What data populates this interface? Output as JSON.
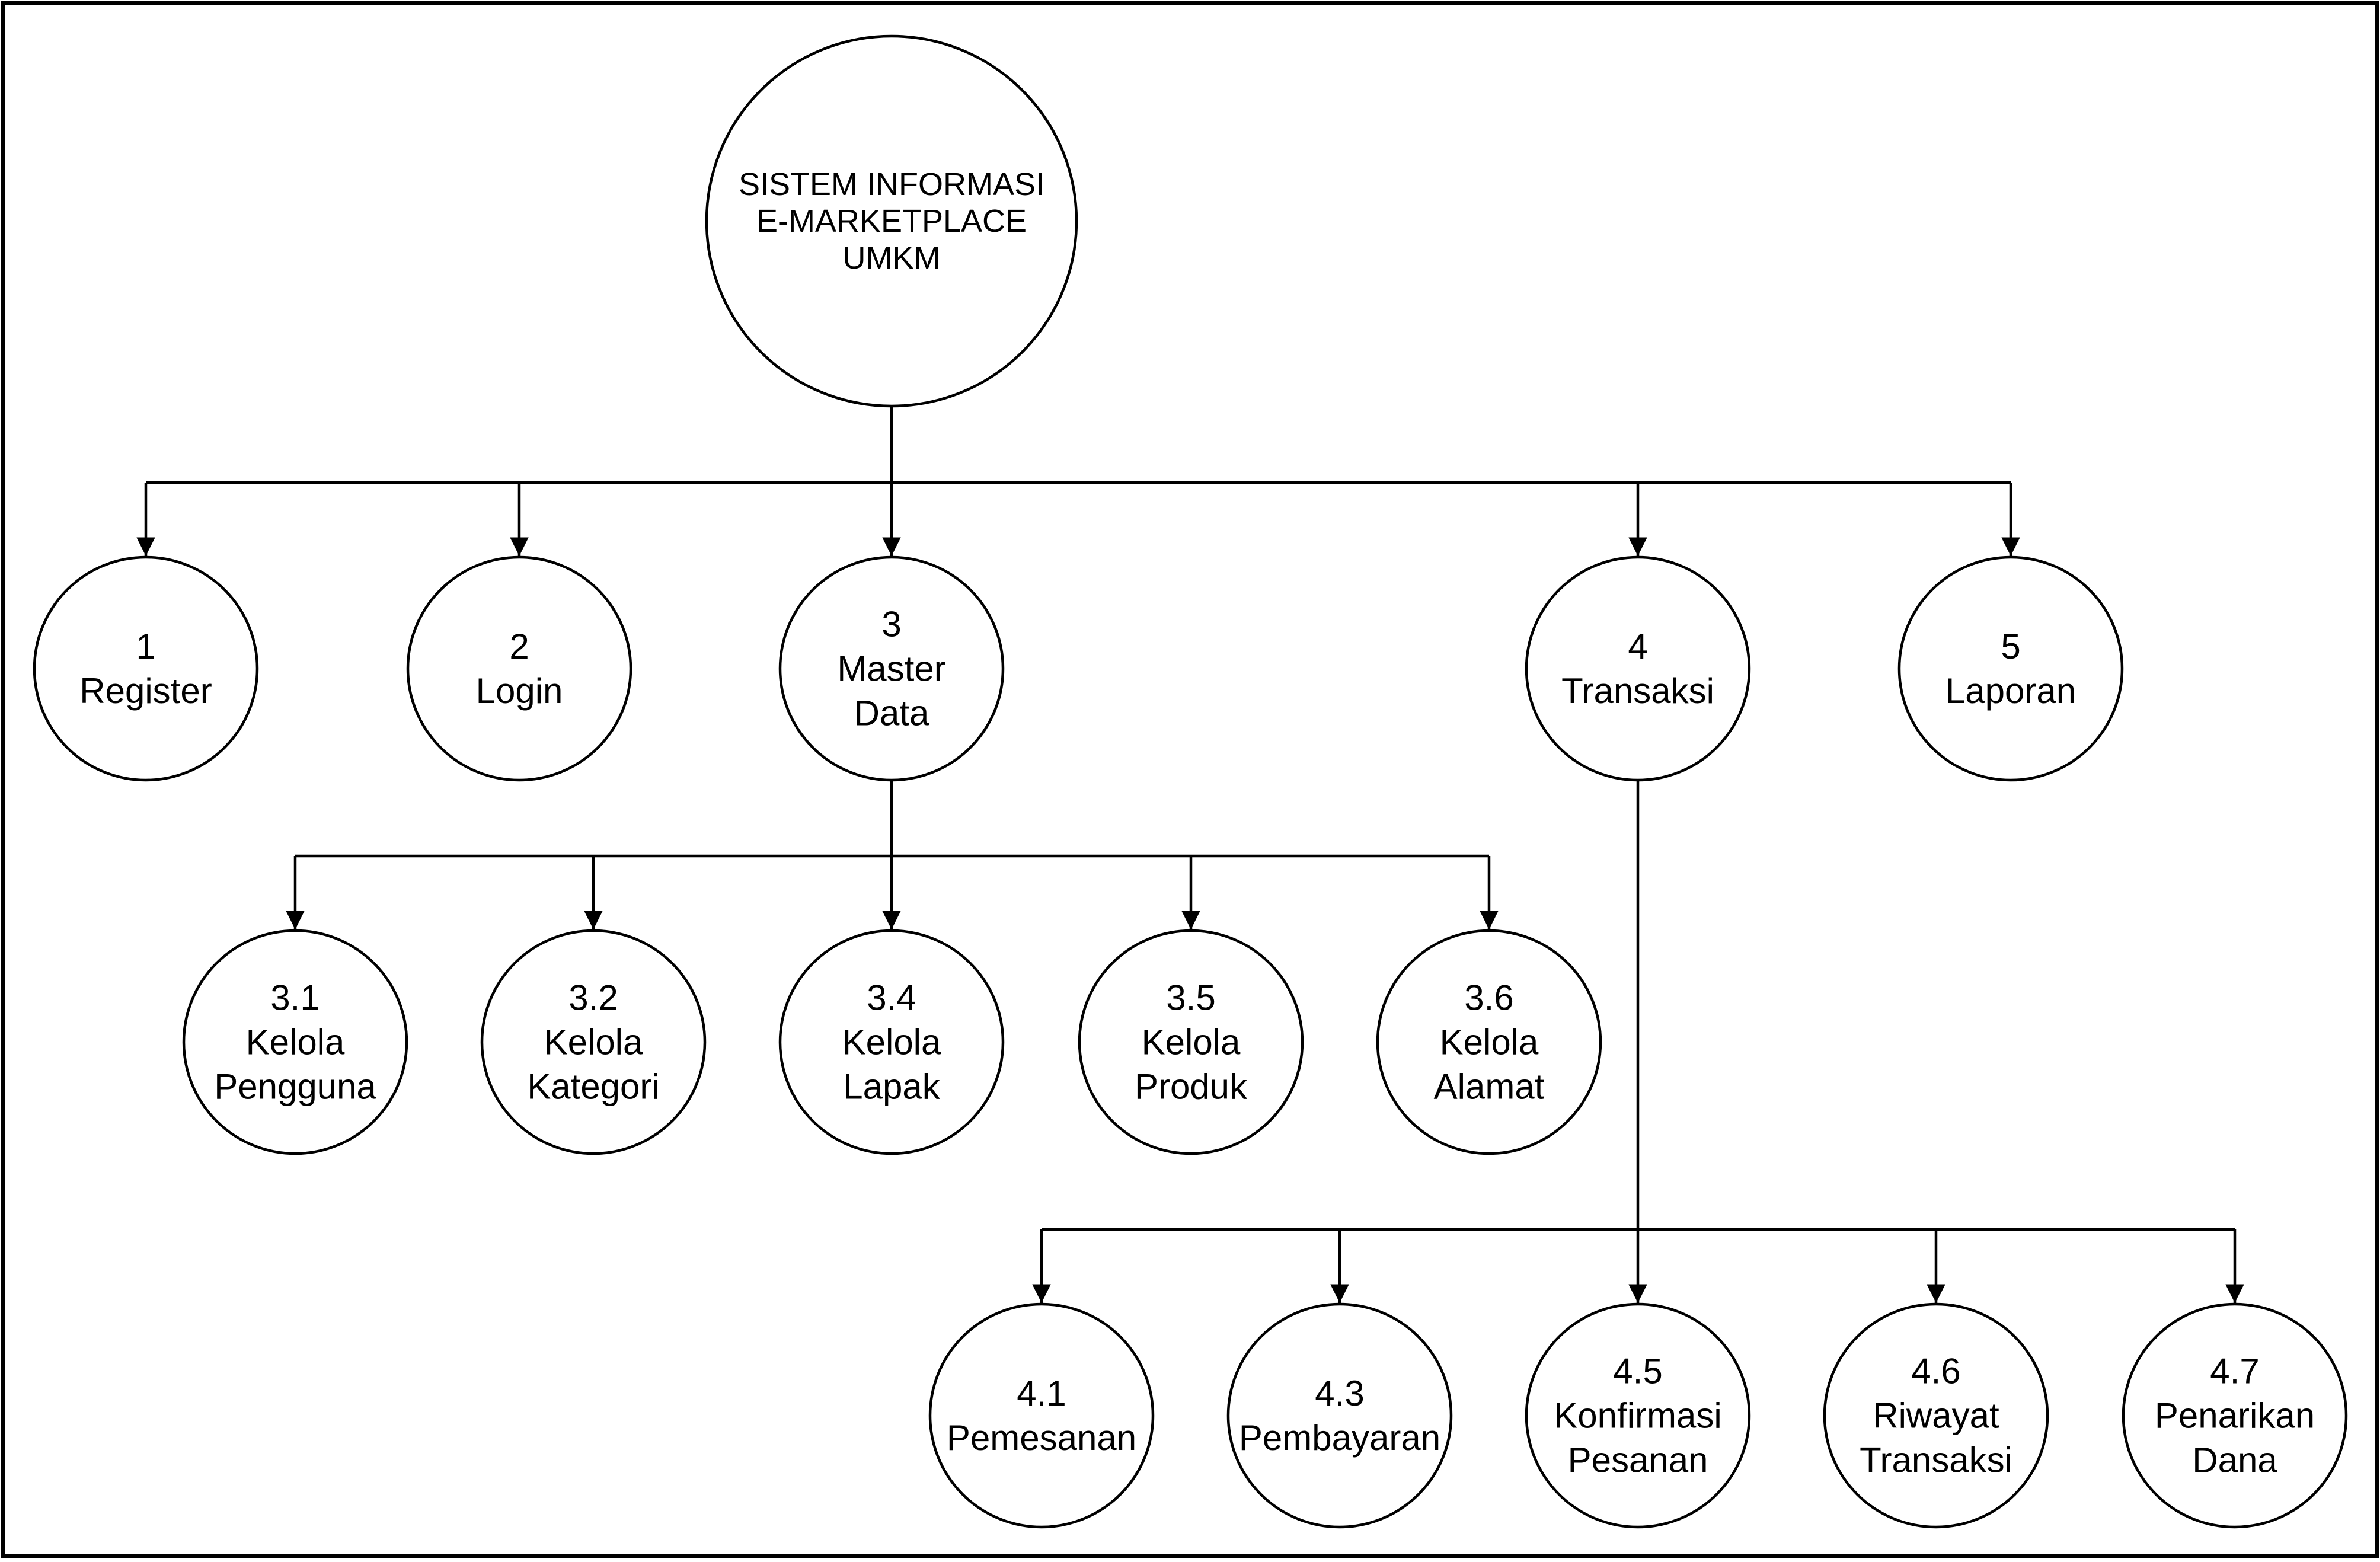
{
  "diagram": {
    "root": {
      "id": "root",
      "lines": [
        "SISTEM INFORMASI",
        "E-MARKETPLACE",
        "UMKM"
      ]
    },
    "nodes": [
      {
        "id": "n1",
        "lines": [
          "1",
          "Register"
        ]
      },
      {
        "id": "n2",
        "lines": [
          "2",
          "Login"
        ]
      },
      {
        "id": "n3",
        "lines": [
          "3",
          "Master",
          "Data"
        ]
      },
      {
        "id": "n4",
        "lines": [
          "4",
          "Transaksi"
        ]
      },
      {
        "id": "n5",
        "lines": [
          "5",
          "Laporan"
        ]
      },
      {
        "id": "n31",
        "lines": [
          "3.1",
          "Kelola",
          "Pengguna"
        ]
      },
      {
        "id": "n32",
        "lines": [
          "3.2",
          "Kelola",
          "Kategori"
        ]
      },
      {
        "id": "n34",
        "lines": [
          "3.4",
          "Kelola",
          "Lapak"
        ]
      },
      {
        "id": "n35",
        "lines": [
          "3.5",
          "Kelola",
          "Produk"
        ]
      },
      {
        "id": "n36",
        "lines": [
          "3.6",
          "Kelola",
          "Alamat"
        ]
      },
      {
        "id": "n41",
        "lines": [
          "4.1",
          "Pemesanan"
        ]
      },
      {
        "id": "n43",
        "lines": [
          "4.3",
          "Pembayaran"
        ]
      },
      {
        "id": "n45",
        "lines": [
          "4.5",
          "Konfirmasi",
          "Pesanan"
        ]
      },
      {
        "id": "n46",
        "lines": [
          "4.6",
          "Riwayat",
          "Transaksi"
        ]
      },
      {
        "id": "n47",
        "lines": [
          "4.7",
          "Penarikan",
          "Dana"
        ]
      }
    ],
    "edges": [
      {
        "from": "root",
        "to": [
          "n1",
          "n2",
          "n3",
          "n4",
          "n5"
        ]
      },
      {
        "from": "n3",
        "to": [
          "n31",
          "n32",
          "n34",
          "n35",
          "n36"
        ]
      },
      {
        "from": "n4",
        "to": [
          "n41",
          "n43",
          "n45",
          "n46",
          "n47"
        ]
      }
    ]
  }
}
